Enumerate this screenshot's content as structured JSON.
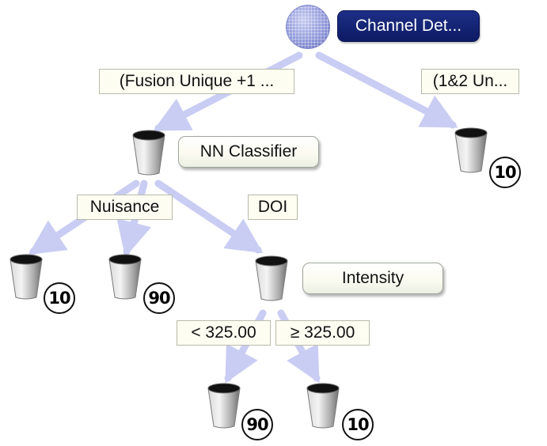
{
  "diagram": {
    "root": {
      "label": "Channel Det...",
      "icon": "globe-icon"
    },
    "branches": {
      "fusion_unique": "(Fusion Unique +1 ...",
      "one_two_unique": "(1&2 Un...",
      "nuisance": "Nuisance",
      "doi": "DOI",
      "below_threshold": "< 325.00",
      "at_or_above_threshold": "≥ 325.00"
    },
    "nodes": {
      "nn_classifier": "NN Classifier",
      "intensity": "Intensity"
    },
    "leaves": {
      "one_two_unique_leaf": "10",
      "nuisance_leaf_a": "10",
      "nuisance_leaf_b": "90",
      "below_threshold_leaf": "90",
      "at_or_above_threshold_leaf": "10"
    },
    "colors": {
      "edge": "#c9cdf3",
      "root_label_bg": "#0f1c69",
      "label_bg": "#fbfbf1"
    }
  }
}
